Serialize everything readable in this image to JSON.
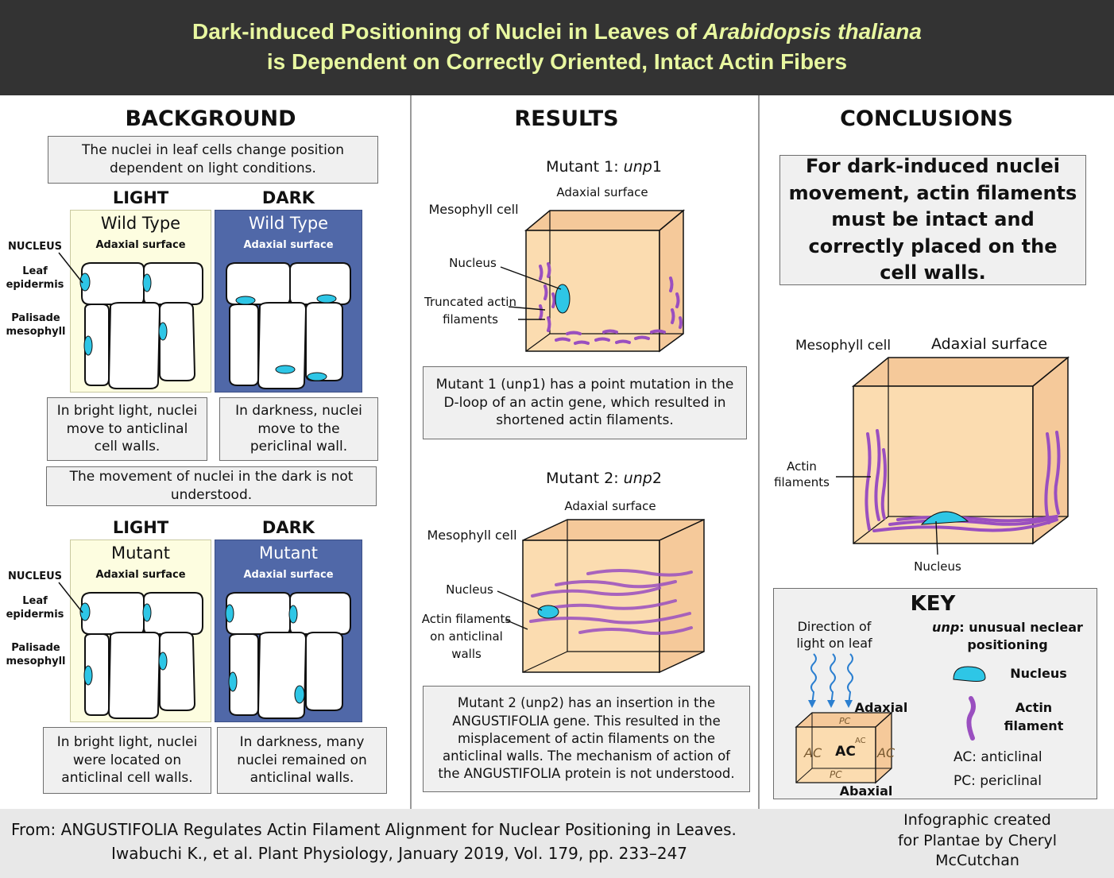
{
  "header": {
    "title_line1_pre": "Dark-induced Positioning of Nuclei in Leaves of ",
    "title_line1_italic": "Arabidopsis thaliana",
    "title_line2": "is Dependent on Correctly Oriented, Intact Actin Fibers"
  },
  "background": {
    "heading": "BACKGROUND",
    "intro": "The nuclei in leaf cells change position dependent on light conditions.",
    "light_label": "LIGHT",
    "dark_label": "DARK",
    "wild_type": "Wild Type",
    "mutant": "Mutant",
    "adaxial_surface": "Adaxial surface",
    "nucleus_label": "NUCLEUS",
    "leaf_epidermis": "Leaf epidermis",
    "palisade_mesophyll": "Palisade mesophyll",
    "wt_light_caption": "In bright light, nuclei move to anticlinal cell walls.",
    "wt_dark_caption": "In darkness, nuclei move to the periclinal wall.",
    "movement_note": "The movement of nuclei in the dark is not understood.",
    "mut_light_caption": "In bright light, nuclei were located on anticlinal cell walls.",
    "mut_dark_caption": "In darkness, many nuclei remained on anticlinal walls."
  },
  "results": {
    "heading": "RESULTS",
    "mutant1_title_pre": "Mutant 1: ",
    "mutant1_title_italic": "unp",
    "mutant1_title_post": "1",
    "mutant2_title_pre": "Mutant 2: ",
    "mutant2_title_italic": "unp",
    "mutant2_title_post": "2",
    "adaxial_surface": "Adaxial surface",
    "mesophyll_cell": "Mesophyll cell",
    "nucleus": "Nucleus",
    "truncated_actin": "Truncated actin filaments",
    "actin_anticlinal": "Actin filaments on anticlinal walls",
    "mutant1_desc": "Mutant 1 (unp1) has a point mutation in the D-loop of an actin gene, which resulted in shortened actin filaments.",
    "mutant2_desc": "Mutant 2 (unp2) has an insertion in the ANGUSTIFOLIA gene. This resulted in the misplacement of actin filaments on the anticlinal walls. The mechanism of action of the ANGUSTIFOLIA protein is not understood."
  },
  "conclusions": {
    "heading": "CONCLUSIONS",
    "statement": "For dark-induced nuclei movement, actin filaments must be intact and correctly placed on the cell walls.",
    "mesophyll_cell": "Mesophyll cell",
    "adaxial_surface": "Adaxial surface",
    "actin_filaments": "Actin filaments",
    "nucleus": "Nucleus"
  },
  "key": {
    "title": "KEY",
    "direction_light": "Direction of light on leaf",
    "unp_term": "unp",
    "unp_def": ": unusual neclear positioning",
    "nucleus": "Nucleus",
    "actin_filament": "Actin filament",
    "adaxial": "Adaxial",
    "abaxial": "Abaxial",
    "ac_def": "AC: anticlinal",
    "pc_def": "PC: periclinal",
    "cube_ac": "AC",
    "cube_pc": "PC"
  },
  "footer": {
    "citation_line1": "From: ANGUSTIFOLIA Regulates Actin Filament Alignment for Nuclear Positioning in Leaves.",
    "citation_line2": "Iwabuchi K., et al. Plant Physiology, January 2019, Vol. 179, pp. 233–247",
    "credit": "Infographic created for Plantae by Cheryl McCutchan"
  },
  "colors": {
    "header_bg": "#333333",
    "header_text": "#e8f7a0",
    "nucleus": "#2ec6e6",
    "actin": "#9a4fc0",
    "cell_wall_fill": "#fbdcb0",
    "light_panel": "#fdfde0",
    "dark_panel": "#5068a8"
  }
}
